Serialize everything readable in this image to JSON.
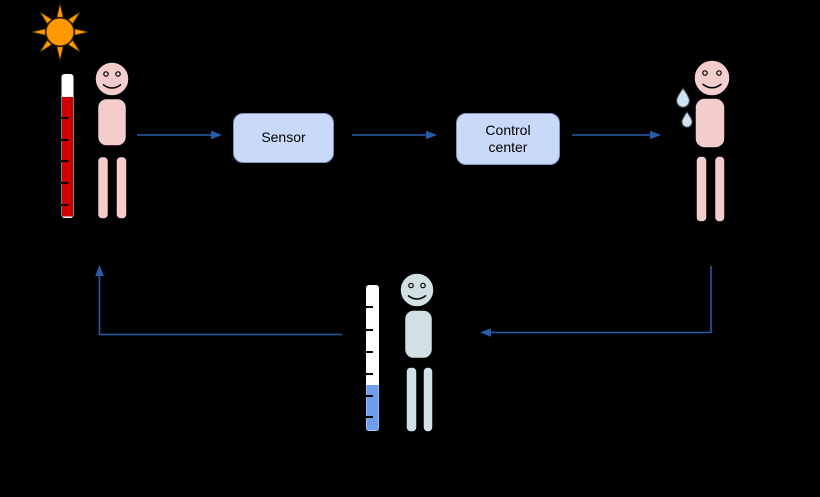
{
  "background_color": "#000000",
  "connector_color": "#265da8",
  "nodes": {
    "sensor": {
      "label": "Sensor",
      "fill": "#c9daf8",
      "border": "#7b96c4",
      "text_color": "#000000"
    },
    "control_center": {
      "label": "Control center",
      "fill": "#c9daf8",
      "border": "#7b96c4",
      "text_color": "#000000"
    }
  },
  "sun": {
    "color": "#ff9900",
    "outline": "#2b1d00"
  },
  "thermometer_high": {
    "tube_color": "#ffffff",
    "fill_color": "#cc0000",
    "outline": "#000000",
    "tick_count": 5,
    "level": "high"
  },
  "thermometer_low": {
    "tube_color": "#ffffff",
    "fill_color": "#6d9eeb",
    "outline": "#000000",
    "tick_count": 6,
    "level": "low"
  },
  "figures": {
    "hot_person": {
      "skin_color": "#f4cccc"
    },
    "sweating_person": {
      "skin_color": "#f4cccc",
      "sweat_color": "#cfe2f3"
    },
    "cool_person": {
      "skin_color": "#d0e0e3"
    }
  }
}
